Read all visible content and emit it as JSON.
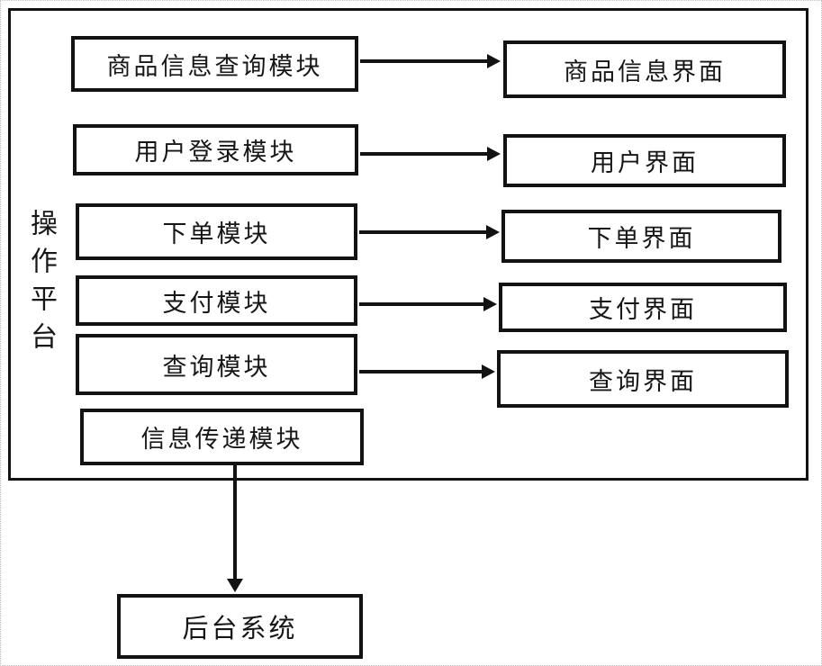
{
  "platform": {
    "label": "操作平台"
  },
  "rows": [
    {
      "module": "商品信息查询模块",
      "interface": "商品信息界面"
    },
    {
      "module": "用户登录模块",
      "interface": "用户界面"
    },
    {
      "module": "下单模块",
      "interface": "下单界面"
    },
    {
      "module": "支付模块",
      "interface": "支付界面"
    },
    {
      "module": "查询模块",
      "interface": "查询界面"
    }
  ],
  "transfer": {
    "label": "信息传递模块"
  },
  "backend": {
    "label": "后台系统"
  },
  "colors": {
    "line": "#121212",
    "background": "#ffffff"
  }
}
